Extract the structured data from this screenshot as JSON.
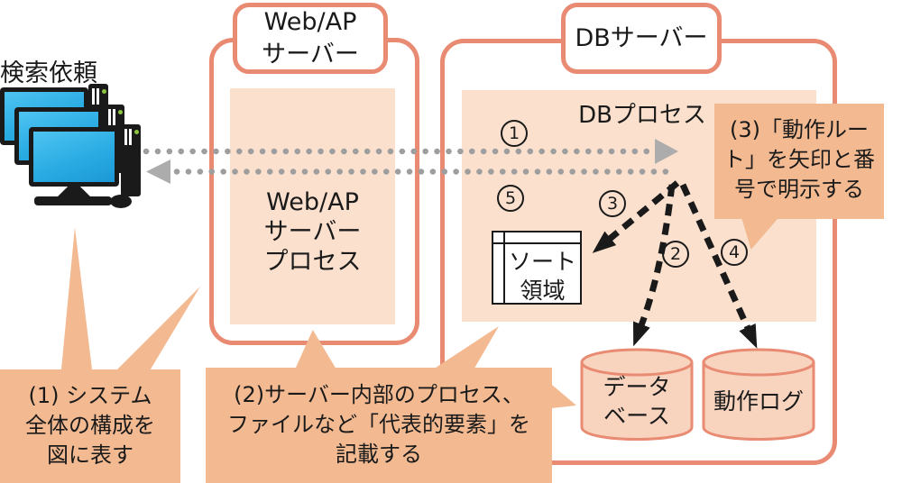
{
  "client": {
    "label": "検索依頼"
  },
  "webap": {
    "title_lines": [
      "Web/AP",
      "サーバー"
    ],
    "process_lines": [
      "Web/AP",
      "サーバー",
      "プロセス"
    ]
  },
  "db": {
    "title": "DBサーバー",
    "process_label": "DBプロセス",
    "sort_area_lines": [
      "ソート",
      "領域"
    ],
    "database_lines": [
      "データ",
      "ベース"
    ],
    "log_label": "動作ログ"
  },
  "steps": {
    "s1": "1",
    "s2": "2",
    "s3": "3",
    "s4": "4",
    "s5": "5"
  },
  "callouts": {
    "c1_lines": [
      "(1) システム",
      "全体の構成を",
      "図に表す"
    ],
    "c2_lines": [
      "(2)サーバー内部のプロセス、",
      "ファイルなど「代表的要素」を",
      "記載する"
    ],
    "c3_lines": [
      "(3)「動作ルー",
      "ト」を矢印と番",
      "号で明示する"
    ]
  },
  "colors": {
    "coral_border": "#E98A72",
    "peach_fill": "#FAE0CD",
    "callout_fill": "#F3BA92",
    "dot_gray": "#9E9E9E",
    "arrow_black": "#1A1A1A",
    "screen_blue": "#29ABE2",
    "power_led_green": "#8CC63F"
  }
}
